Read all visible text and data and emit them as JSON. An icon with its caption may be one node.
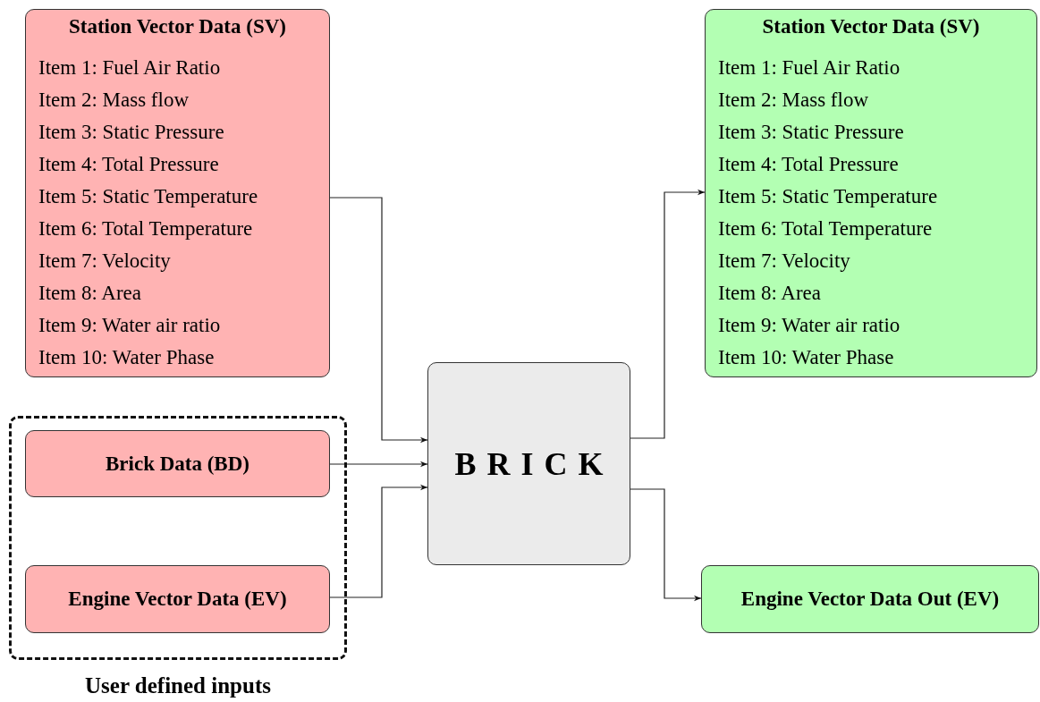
{
  "diagram": {
    "nodes": [
      {
        "text": [
          "Station Vector Data (SV)",
          "Item 1: Fuel Air Ratio",
          "Item 2: Mass flow",
          "Item 3: Static Pressure",
          "Item 4: Total Pressure",
          "Item 5: Static Temperature",
          "Item 6: Total Temperature",
          "Item 7: Velocity",
          "Item 8: Area",
          "Item 9: Water air ratio",
          "Item 10: Water Phase"
        ]
      },
      {
        "text": [
          "User defined inputs"
        ]
      },
      {
        "text": [
          "Brick Data (BD)"
        ],
        "in": 1
      },
      {
        "text": [
          "Engine Vector Data (EV)"
        ],
        "in": 1
      },
      {
        "text": [
          "BRICK"
        ]
      },
      {
        "text": [
          "Station Vector Data (SV)",
          "Item 1: Fuel Air Ratio",
          "Item 2: Mass flow",
          "Item 3: Static Pressure",
          "Item 4: Total Pressure",
          "Item 5: Static Temperature",
          "Item 6: Total Temperature",
          "Item 7: Velocity",
          "Item 8: Area",
          "Item 9: Water air ratio",
          "Item 10: Water Phase"
        ]
      },
      {
        "text": [
          "Engine Vector Data Out (EV)"
        ]
      }
    ],
    "edges": [
      {
        "from": 0,
        "to": 4,
        "arrow": "to"
      },
      {
        "from": 2,
        "to": 4,
        "arrow": "to"
      },
      {
        "from": 3,
        "to": 4,
        "arrow": "to"
      },
      {
        "from": 4,
        "to": 5,
        "arrow": "to"
      },
      {
        "from": 4,
        "to": 6,
        "arrow": "to"
      }
    ]
  }
}
